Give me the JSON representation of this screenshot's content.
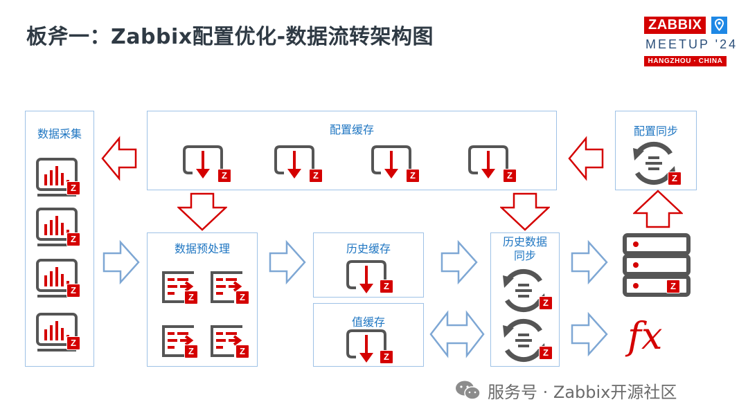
{
  "title": "板斧一：Zabbix配置优化-数据流转架构图",
  "logo": {
    "brand": "ZABBIX",
    "event": "MEETUP '24",
    "city": "HANGZHOU · CHINA"
  },
  "nodes": {
    "collect": "数据采集",
    "config_cache": "配置缓存",
    "config_sync": "配置同步",
    "preprocess": "数据预处理",
    "history_cache": "历史缓存",
    "value_cache": "值缓存",
    "history_sync": "历史数据\n同步"
  },
  "badge": "Z",
  "fx": "fx",
  "footer": {
    "text": "服务号 · Zabbix开源社区"
  },
  "colors": {
    "accent": "#d40000",
    "box_border": "#9dc1e6",
    "label": "#1f76c2",
    "flow_arrow": "#7ea7d4",
    "icon_gray": "#555555"
  }
}
